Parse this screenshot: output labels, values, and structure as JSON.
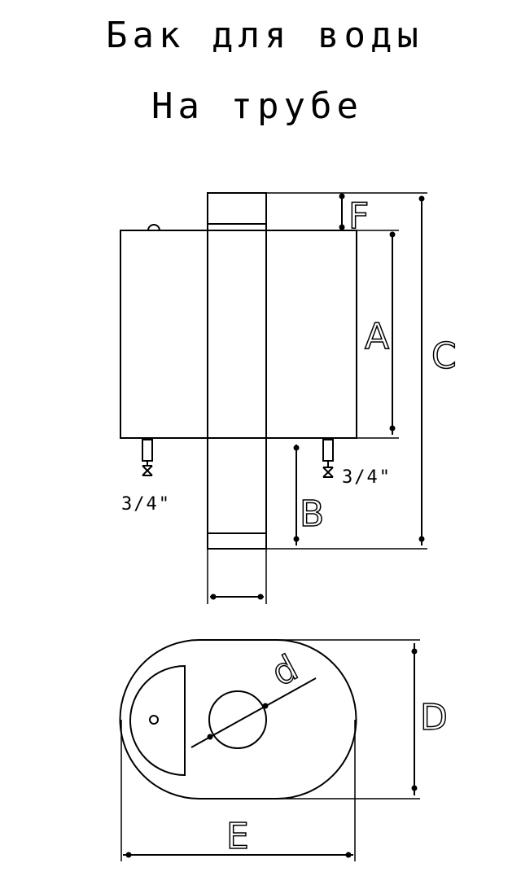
{
  "title_line1": "Бак для воды",
  "title_line2": "На трубе",
  "dimensions": {
    "A": "A",
    "B": "B",
    "C": "C",
    "D": "D",
    "E": "E",
    "F": "F",
    "d": "d"
  },
  "fittings": {
    "left": "3/4\"",
    "right": "3/4\""
  },
  "colors": {
    "line": "#000000",
    "background": "#ffffff"
  }
}
